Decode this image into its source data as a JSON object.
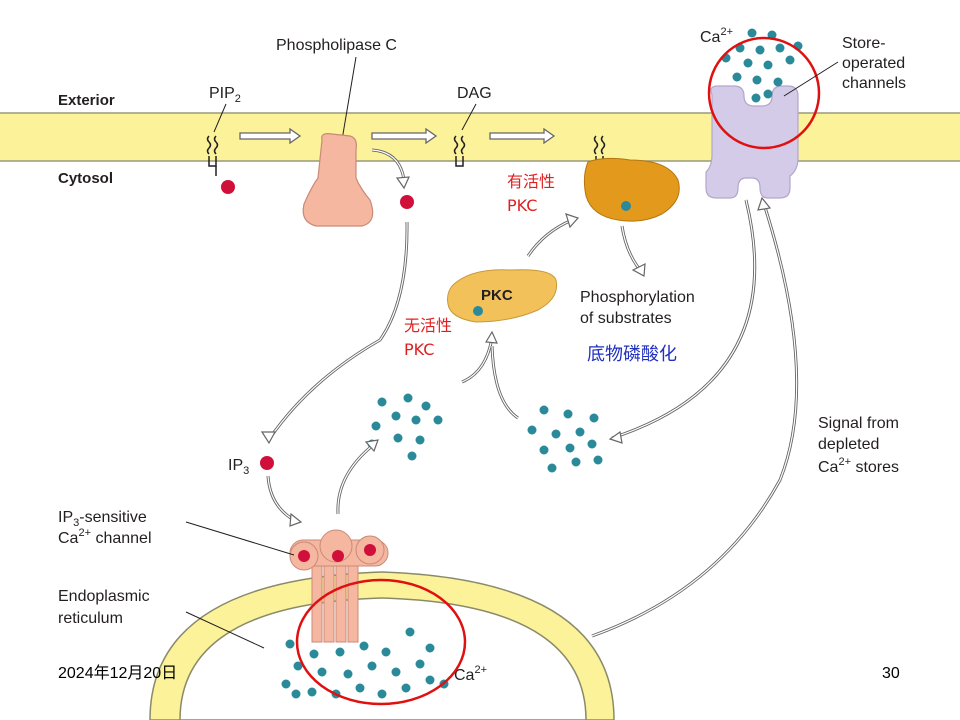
{
  "labels": {
    "exterior": "Exterior",
    "cytosol": "Cytosol",
    "pip2": "PIP",
    "pip2_sub": "2",
    "phospholipase_c": "Phospholipase C",
    "dag": "DAG",
    "ca_top": "Ca",
    "ca_top_sup": "2+",
    "store_operated_1": "Store-",
    "store_operated_2": "operated",
    "store_operated_3": "channels",
    "active_pkc_cn": "有活性",
    "active_pkc_en": "PKC",
    "pkc": "PKC",
    "phosphorylation_1": "Phosphorylation",
    "phosphorylation_2": "of substrates",
    "inactive_pkc_cn": "无活性",
    "inactive_pkc_en": "PKC",
    "substrate_phosphorylation_cn": "底物磷酸化",
    "ip3": "IP",
    "ip3_sub": "3",
    "signal_1": "Signal from",
    "signal_2": "depleted",
    "signal_3_a": "Ca",
    "signal_3_sup": "2+",
    "signal_3_b": " stores",
    "ip3_channel_1_a": "IP",
    "ip3_channel_1_sub": "3",
    "ip3_channel_1_b": "-sensitive",
    "ip3_channel_2_a": "Ca",
    "ip3_channel_2_sup": "2+",
    "ip3_channel_2_b": " channel",
    "er_1": "Endoplasmic",
    "er_2": "reticulum",
    "ca_er": "Ca",
    "ca_er_sup": "2+"
  },
  "footer": {
    "date": "2024年12月20日",
    "page_number": "30"
  },
  "colors": {
    "membrane": "#fbf29a",
    "membrane_edge": "#8a8a6a",
    "ip3_red": "#d0103a",
    "calcium_teal": "#2a8a9a",
    "active_pkc": "#e39a1c",
    "inactive_pkc": "#f2c15a",
    "plc": "#f5b7a0",
    "channel_purple": "#d4cbe8",
    "highlight_red": "#e01010",
    "er_lumen": "#fbf29a"
  }
}
